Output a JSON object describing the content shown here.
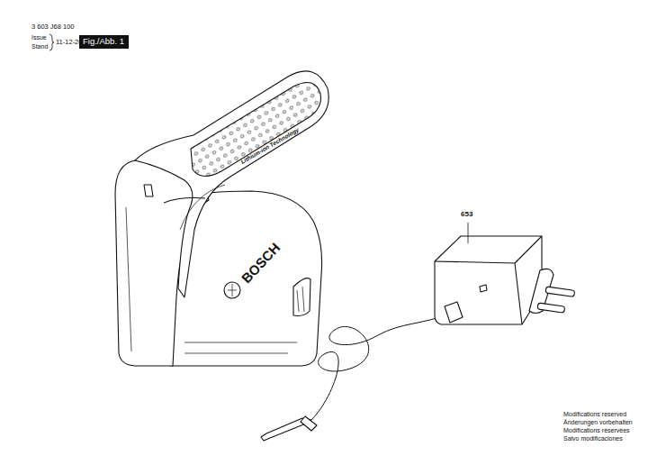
{
  "diagram": {
    "nodes": [
      {
        "text": [
          "Fig./Abb. 1"
        ]
      }
    ],
    "labels": [
      "3 603 J68 100",
      "Issue",
      "Stand",
      "11-12-20",
      "653",
      "BOSCH",
      "Lithium-ion Technology",
      "Modifications reserved",
      "Änderungen vorbehalten",
      "Modifications réservées",
      "Salvo modificaciones"
    ]
  }
}
